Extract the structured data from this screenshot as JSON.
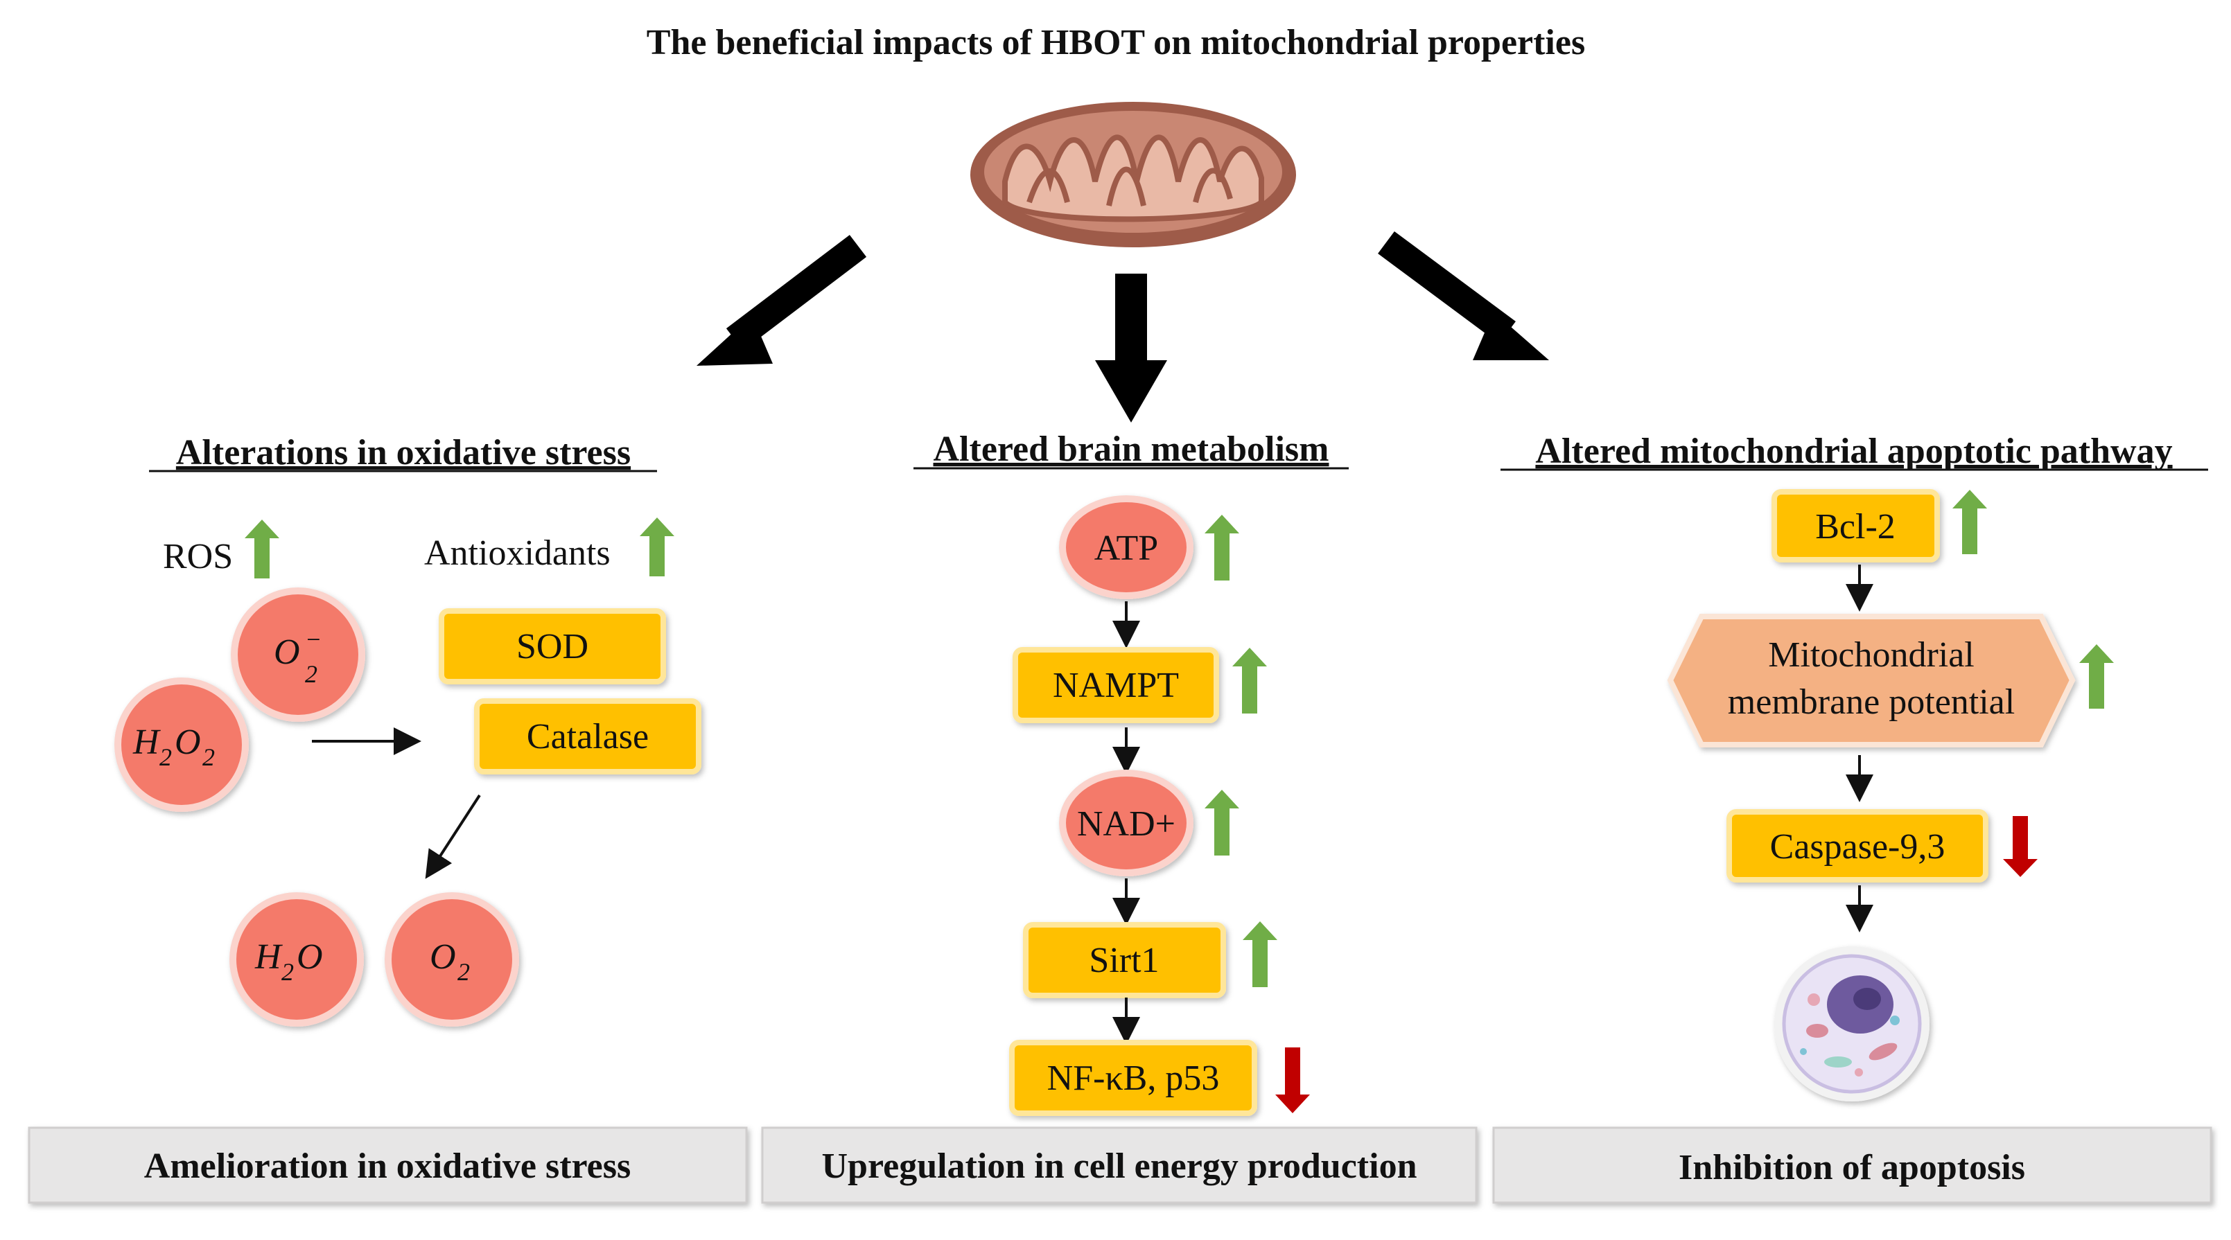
{
  "title": "The beneficial impacts of HBOT on mitochondrial properties",
  "colors": {
    "box_fill": "#FFC000",
    "box_stroke": "#FFE699",
    "circle_fill": "#F47A6B",
    "circle_stroke": "#FBD3CC",
    "hexagon_fill": "#F4B183",
    "up_arrow": "#70AD47",
    "down_arrow": "#C00000",
    "footer_fill": "#E7E6E6",
    "mitochondrion": "#B5735F"
  },
  "icons": {
    "mitochondrion": "mitochondrion-icon",
    "cell": "cell-icon",
    "up": "green-up-arrow-icon",
    "down": "red-down-arrow-icon"
  },
  "oxidative": {
    "heading": "Alterations in oxidative stress",
    "ros_label": "ROS",
    "antioxidants_label": "Antioxidants",
    "superoxide": {
      "base": "O",
      "sub": "2",
      "sup": "−"
    },
    "hydrogen_peroxide": {
      "p1": "H",
      "s1": "2",
      "p2": "O",
      "s2": "2"
    },
    "water": {
      "p1": "H",
      "s1": "2",
      "p2": "O"
    },
    "oxygen": {
      "p1": "O",
      "s1": "2"
    },
    "sod": "SOD",
    "catalase": "Catalase",
    "footer": "Amelioration in oxidative stress"
  },
  "metabolism": {
    "heading": "Altered brain metabolism",
    "atp": "ATP",
    "nampt": "NAMPT",
    "nad": "NAD+",
    "sirt1": "Sirt1",
    "nfkb": "NF-κB, p53",
    "footer": "Upregulation in cell energy production"
  },
  "apoptosis": {
    "heading": "Altered mitochondrial apoptotic pathway",
    "bcl2": "Bcl-2",
    "membrane_line1": "Mitochondrial",
    "membrane_line2": "membrane potential",
    "caspase": "Caspase-9,3",
    "footer": "Inhibition of apoptosis"
  }
}
